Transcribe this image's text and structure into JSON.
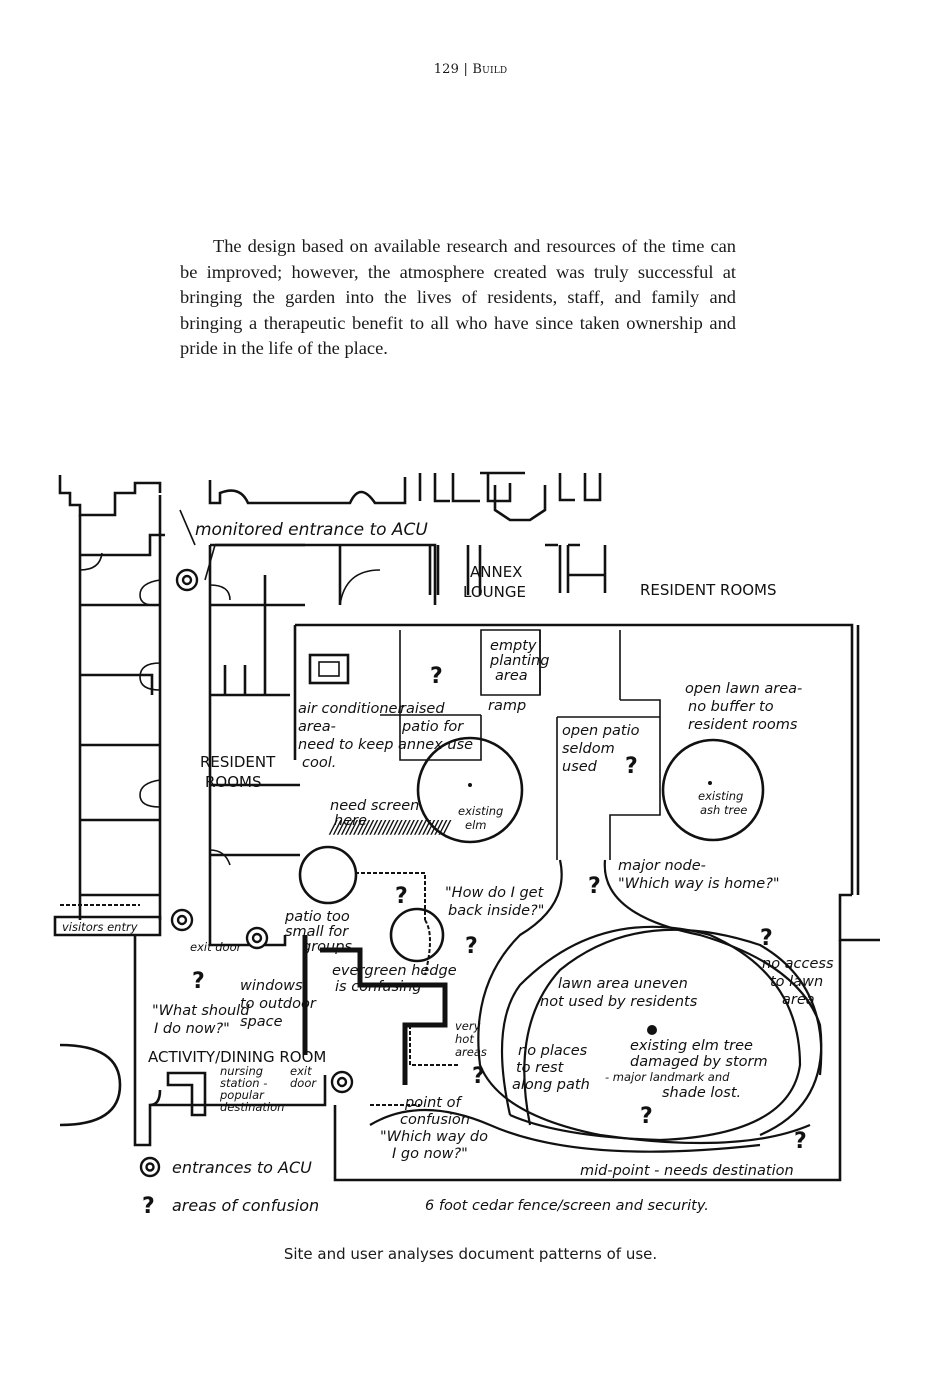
{
  "page": {
    "number": "129",
    "separator": "|",
    "section": "Build"
  },
  "body_text": "The design based on available research and resources of the time can be improved; however, the atmosphere created was truly successful at bringing the garden into the lives of residents, staff, and family and bringing a therapeutic benefit to all who have since taken ownership and pride in the life of the place.",
  "figure": {
    "rooms": {
      "annex_lounge_1": "ANNEX",
      "annex_lounge_2": "LOUNGE",
      "resident_rooms_top": "RESIDENT ROOMS",
      "resident_rooms_left_1": "RESIDENT",
      "resident_rooms_left_2": "ROOMS",
      "activity_dining": "ACTIVITY/DINING ROOM"
    },
    "notes": {
      "monitored_entrance": "monitored entrance to ACU",
      "empty_planting": [
        "empty",
        "planting",
        "area"
      ],
      "ramp": "ramp",
      "air_conditioner": [
        "air conditioner",
        "area-",
        "need to keep",
        "cool."
      ],
      "raised_patio": [
        "raised",
        "patio for",
        "annex use"
      ],
      "open_patio": [
        "open patio",
        "seldom",
        "used"
      ],
      "open_lawn": [
        "open lawn area-",
        "no buffer to",
        "resident rooms"
      ],
      "ash_tree": [
        "existing",
        "ash tree"
      ],
      "existing_elm": [
        "existing",
        "elm"
      ],
      "need_screen": [
        "need screen",
        "here"
      ],
      "major_node": [
        "major node-",
        "\"Which way is home?\""
      ],
      "how_do_i_get_back": [
        "\"How do I get",
        "back inside?\""
      ],
      "visitors_entry": "visitors entry",
      "exit_door": "exit door",
      "patio_too_small": [
        "patio too",
        "small for",
        "groups"
      ],
      "evergreen_hedge": [
        "evergreen hedge",
        "is confusing"
      ],
      "what_should_i_do": [
        "\"What should",
        "I do now?\""
      ],
      "windows": [
        "windows",
        "to outdoor",
        "space"
      ],
      "very_hot": [
        "very",
        "hot",
        "areas"
      ],
      "lawn_uneven": [
        "lawn area uneven",
        "not used by residents"
      ],
      "no_places_to_rest": [
        "no places",
        "to rest",
        "along path"
      ],
      "elm_damaged": [
        "existing elm tree",
        "damaged by storm",
        "- major landmark and",
        "shade lost."
      ],
      "no_access": [
        "no access",
        "to lawn",
        "area"
      ],
      "nursing_station": [
        "nursing",
        "station -",
        "popular",
        "destination"
      ],
      "exit_door_2": [
        "exit",
        "door"
      ],
      "point_of_confusion": [
        "point of",
        "confusion -",
        "\"Which way do",
        "I go now?\""
      ],
      "mid_point": "mid-point - needs destination",
      "cedar_fence": "6 foot cedar fence/screen and security."
    },
    "legend": {
      "entrances": "entrances to ACU",
      "confusion": "areas of confusion"
    },
    "question_mark": "?"
  },
  "caption": "Site and user analyses document patterns of use."
}
